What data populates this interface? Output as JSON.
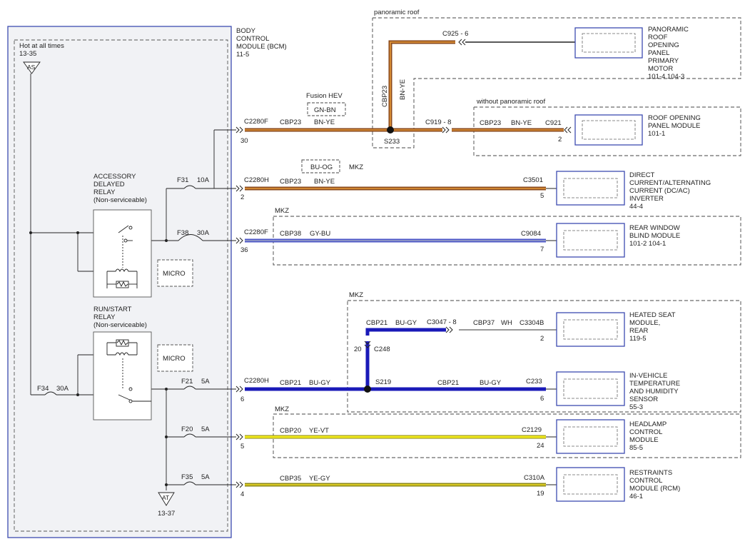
{
  "labels": {
    "bcm": [
      "BODY",
      "CONTROL",
      "MODULE (BCM)",
      "11-5"
    ],
    "hot": [
      "Hot at all times",
      "13-35"
    ],
    "as": "AS",
    "at": "AT",
    "at_ref": "13-37",
    "accessory_relay": [
      "ACCESSORY",
      "DELAYED",
      "RELAY",
      "(Non-serviceable)"
    ],
    "runstart_relay": [
      "RUN/START",
      "RELAY",
      "(Non-serviceable)"
    ],
    "micro": "MICRO",
    "f31": "F31",
    "f31_amp": "10A",
    "f38": "F38",
    "f38_amp": "30A",
    "f21": "F21",
    "f21_amp": "5A",
    "f20": "F20",
    "f20_amp": "5A",
    "f35": "F35",
    "f35_amp": "5A",
    "f34": "F34",
    "f34_amp": "30A",
    "panoramic_roof": "panoramic roof",
    "without_panoramic_roof": "without panoramic roof",
    "fusion_hev": "Fusion HEV",
    "gn_bn": "GN-BN",
    "bu_og": "BU-OG",
    "mkz": "MKZ",
    "c925": "C925 - 6",
    "cbp23": "CBP23",
    "bn_ye": "BN-YE",
    "s233": "S233",
    "c919": "C919 - 8",
    "c921": "C921",
    "c2280f": "C2280F",
    "c2280h": "C2280H",
    "c3501": "C3501",
    "c9084": "C9084",
    "cbp38": "CBP38",
    "gy_bu": "GY-BU",
    "cbp21": "CBP21",
    "bu_gy": "BU-GY",
    "c3047": "C3047 - 8",
    "cbp37": "CBP37",
    "wh": "WH",
    "c3304b": "C3304B",
    "c248": "C248",
    "s219": "S219",
    "c233": "C233",
    "cbp20": "CBP20",
    "ye_vt": "YE-VT",
    "c2129": "C2129",
    "cbp35": "CBP35",
    "ye_gy": "YE-GY",
    "c310a": "C310A",
    "pin_30": "30",
    "pin_2": "2",
    "pin_36": "36",
    "pin_6": "6",
    "pin_5": "5",
    "pin_4": "4",
    "pin_20": "20",
    "pin_7": "7",
    "pin_24": "24",
    "pin_19": "19"
  },
  "components": [
    {
      "name": "panoramic-roof-opening-panel-primary-motor",
      "lines": [
        "PANORAMIC",
        "ROOF",
        "OPENING",
        "PANEL",
        "PRIMARY",
        "MOTOR",
        "101-4  104-3"
      ]
    },
    {
      "name": "roof-opening-panel-module",
      "lines": [
        "ROOF OPENING",
        "PANEL MODULE",
        "101-1"
      ]
    },
    {
      "name": "dc-ac-inverter",
      "lines": [
        "DIRECT",
        "CURRENT/ALTERNATING",
        "CURRENT (DC/AC)",
        "INVERTER",
        "44-4"
      ]
    },
    {
      "name": "rear-window-blind-module",
      "lines": [
        "REAR WINDOW",
        "BLIND MODULE",
        "101-2  104-1"
      ]
    },
    {
      "name": "heated-seat-module-rear",
      "lines": [
        "HEATED SEAT",
        "MODULE,",
        "REAR",
        "119-5"
      ]
    },
    {
      "name": "in-vehicle-temperature-humidity-sensor",
      "lines": [
        "IN-VEHICLE",
        "TEMPERATURE",
        "AND HUMIDITY",
        "SENSOR",
        "55-3"
      ]
    },
    {
      "name": "headlamp-control-module",
      "lines": [
        "HEADLAMP",
        "CONTROL",
        "MODULE",
        "85-5"
      ]
    },
    {
      "name": "restraints-control-module",
      "lines": [
        "RESTRAINTS",
        "CONTROL",
        "MODULE (RCM)",
        "46-1"
      ]
    }
  ],
  "colors": {
    "bn_ye": "#8a4a1c",
    "bn_ye_stripe": "#e89a3a",
    "gy_bu": "#4b55c8",
    "gy_bu_stripe": "#a0a6c4",
    "bu_gy": "#1a1ab8",
    "ye_vt": "#f2ea1c",
    "ye_gy": "#d8c823",
    "box_blue": "#3d4bb0",
    "bcm_fill": "#f1f2f5"
  }
}
